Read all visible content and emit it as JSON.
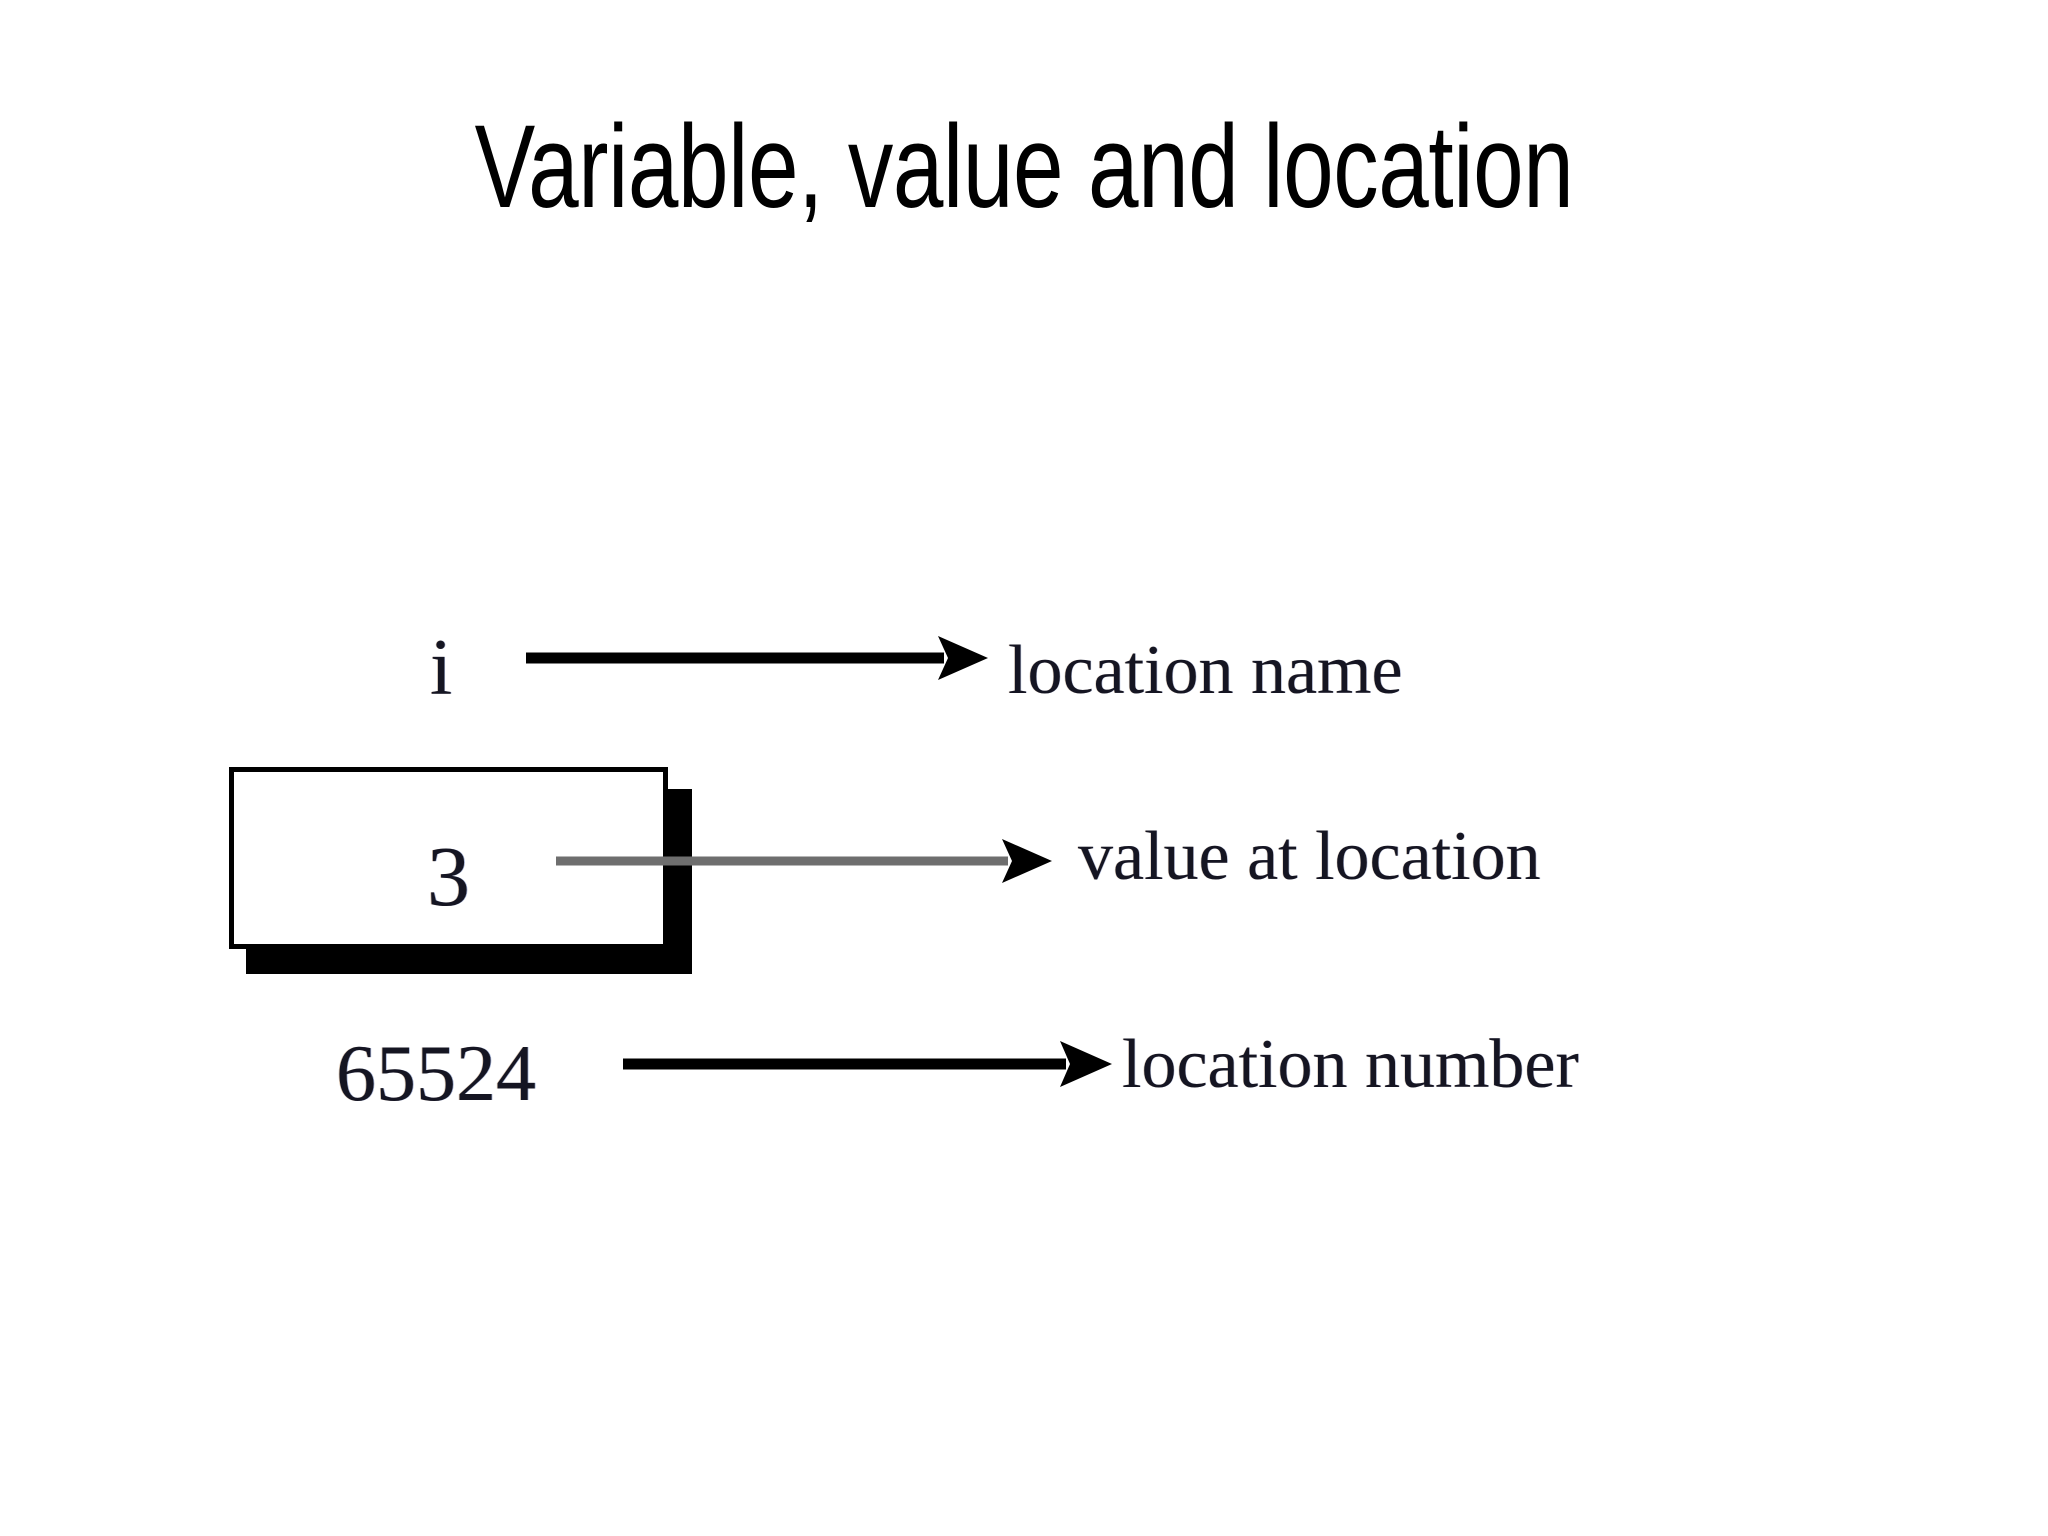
{
  "slide": {
    "title": "Variable, value and location",
    "background_color": "#ffffff"
  },
  "diagram": {
    "variable_name": "i",
    "cell_value": "3",
    "address_number": "65524",
    "labels": {
      "location_name": "location name",
      "value_at_location": "value at location",
      "location_number": "location number"
    },
    "colors": {
      "ink": "#151522",
      "box_border": "#000000",
      "box_shadow": "#000000",
      "arrow_dark": "#000000",
      "arrow_gray": "#6e6e6e"
    }
  }
}
